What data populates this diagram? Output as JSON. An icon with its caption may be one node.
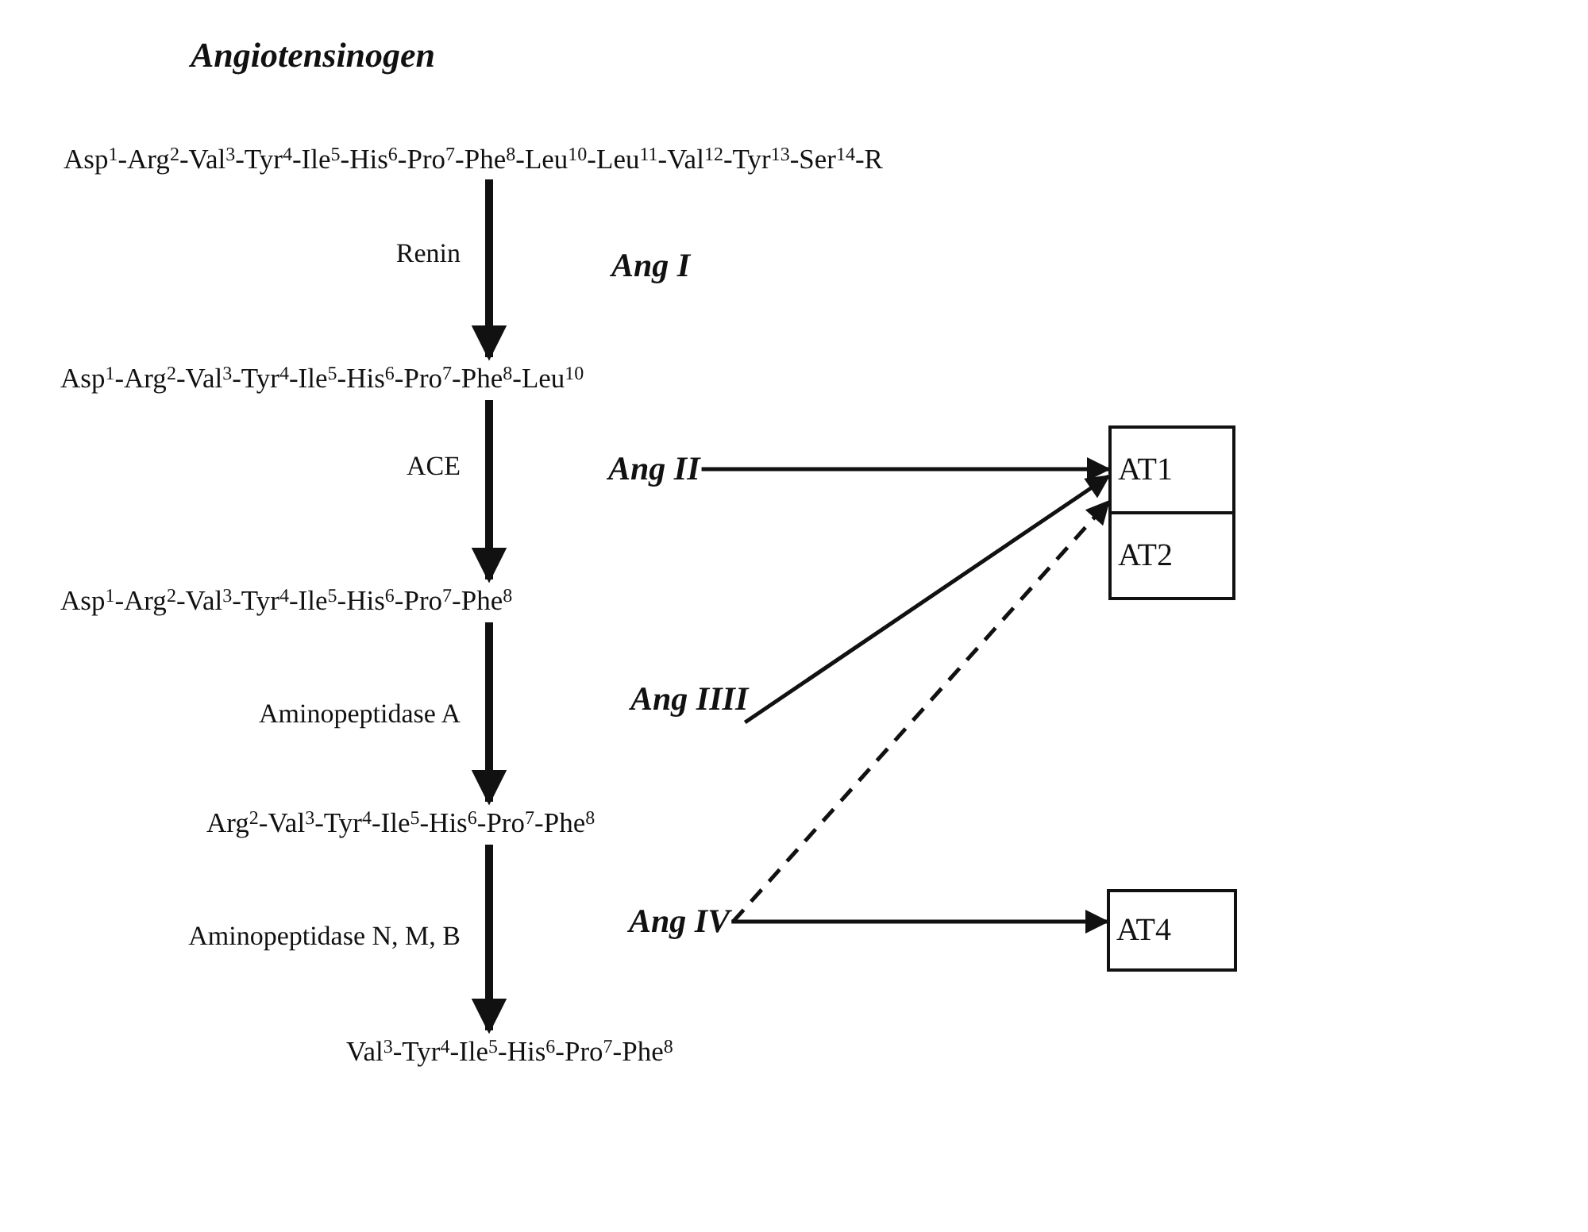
{
  "diagram": {
    "nodes": [
      {
        "text": [
          "Angiotensinogen",
          "Asp$^{1}$-Arg$^{2}$-Val$^{3}$-Tyr$^{4}$-Ile$^{5}$-His$^{6}$-Pro$^{7}$-Phe$^{8}$-Leu$^{10}$-Leu$^{11}$-Val$^{12}$-Tyr$^{13}$-Ser$^{14}$-R"
        ]
      },
      {
        "text": [
          "Ang I"
        ]
      },
      {
        "text": [
          "Asp$^{1}$-Arg$^{2}$-Val$^{3}$-Tyr$^{4}$-Ile$^{5}$-His$^{6}$-Pro$^{7}$-Phe$^{8}$-Leu$^{10}$"
        ]
      },
      {
        "text": [
          "Ang II"
        ]
      },
      {
        "text": [
          "AT1"
        ]
      },
      {
        "text": [
          "AT2"
        ]
      },
      {
        "text": [
          "Asp$^{1}$-Arg$^{2}$-Val$^{3}$-Tyr$^{4}$-Ile$^{5}$-His$^{6}$-Pro$^{7}$-Phe$^{8}$"
        ]
      },
      {
        "text": [
          "Ang IIII"
        ]
      },
      {
        "text": [
          "Arg$^{2}$-Val$^{3}$-Tyr$^{4}$-Ile$^{5}$-His$^{6}$-Pro$^{7}$-Phe$^{8}$"
        ]
      },
      {
        "text": [
          "Ang IV"
        ]
      },
      {
        "text": [
          "AT4"
        ]
      },
      {
        "text": [
          "Val$^{3}$-Tyr$^{4}$-Ile$^{5}$-His$^{6}$-Pro$^{7}$-Phe$^{8}$"
        ]
      }
    ],
    "edges": [
      {
        "from": 0,
        "to": 2,
        "arrow": "to",
        "label": "Renin",
        "style": "thick"
      },
      {
        "from": 2,
        "to": 6,
        "arrow": "to",
        "label": "ACE",
        "style": "thick"
      },
      {
        "from": 6,
        "to": 8,
        "arrow": "to",
        "label": "Aminopeptidase A",
        "style": "thick"
      },
      {
        "from": 8,
        "to": 11,
        "arrow": "to",
        "label": "Aminopeptidase N, M, B",
        "style": "thick"
      },
      {
        "from": 3,
        "to": 4,
        "arrow": "to"
      },
      {
        "from": 7,
        "to": 4,
        "arrow": "to"
      },
      {
        "from": 9,
        "to": 4,
        "arrow": "to",
        "style": "dashed"
      },
      {
        "from": 9,
        "to": 10,
        "arrow": "to"
      }
    ]
  }
}
